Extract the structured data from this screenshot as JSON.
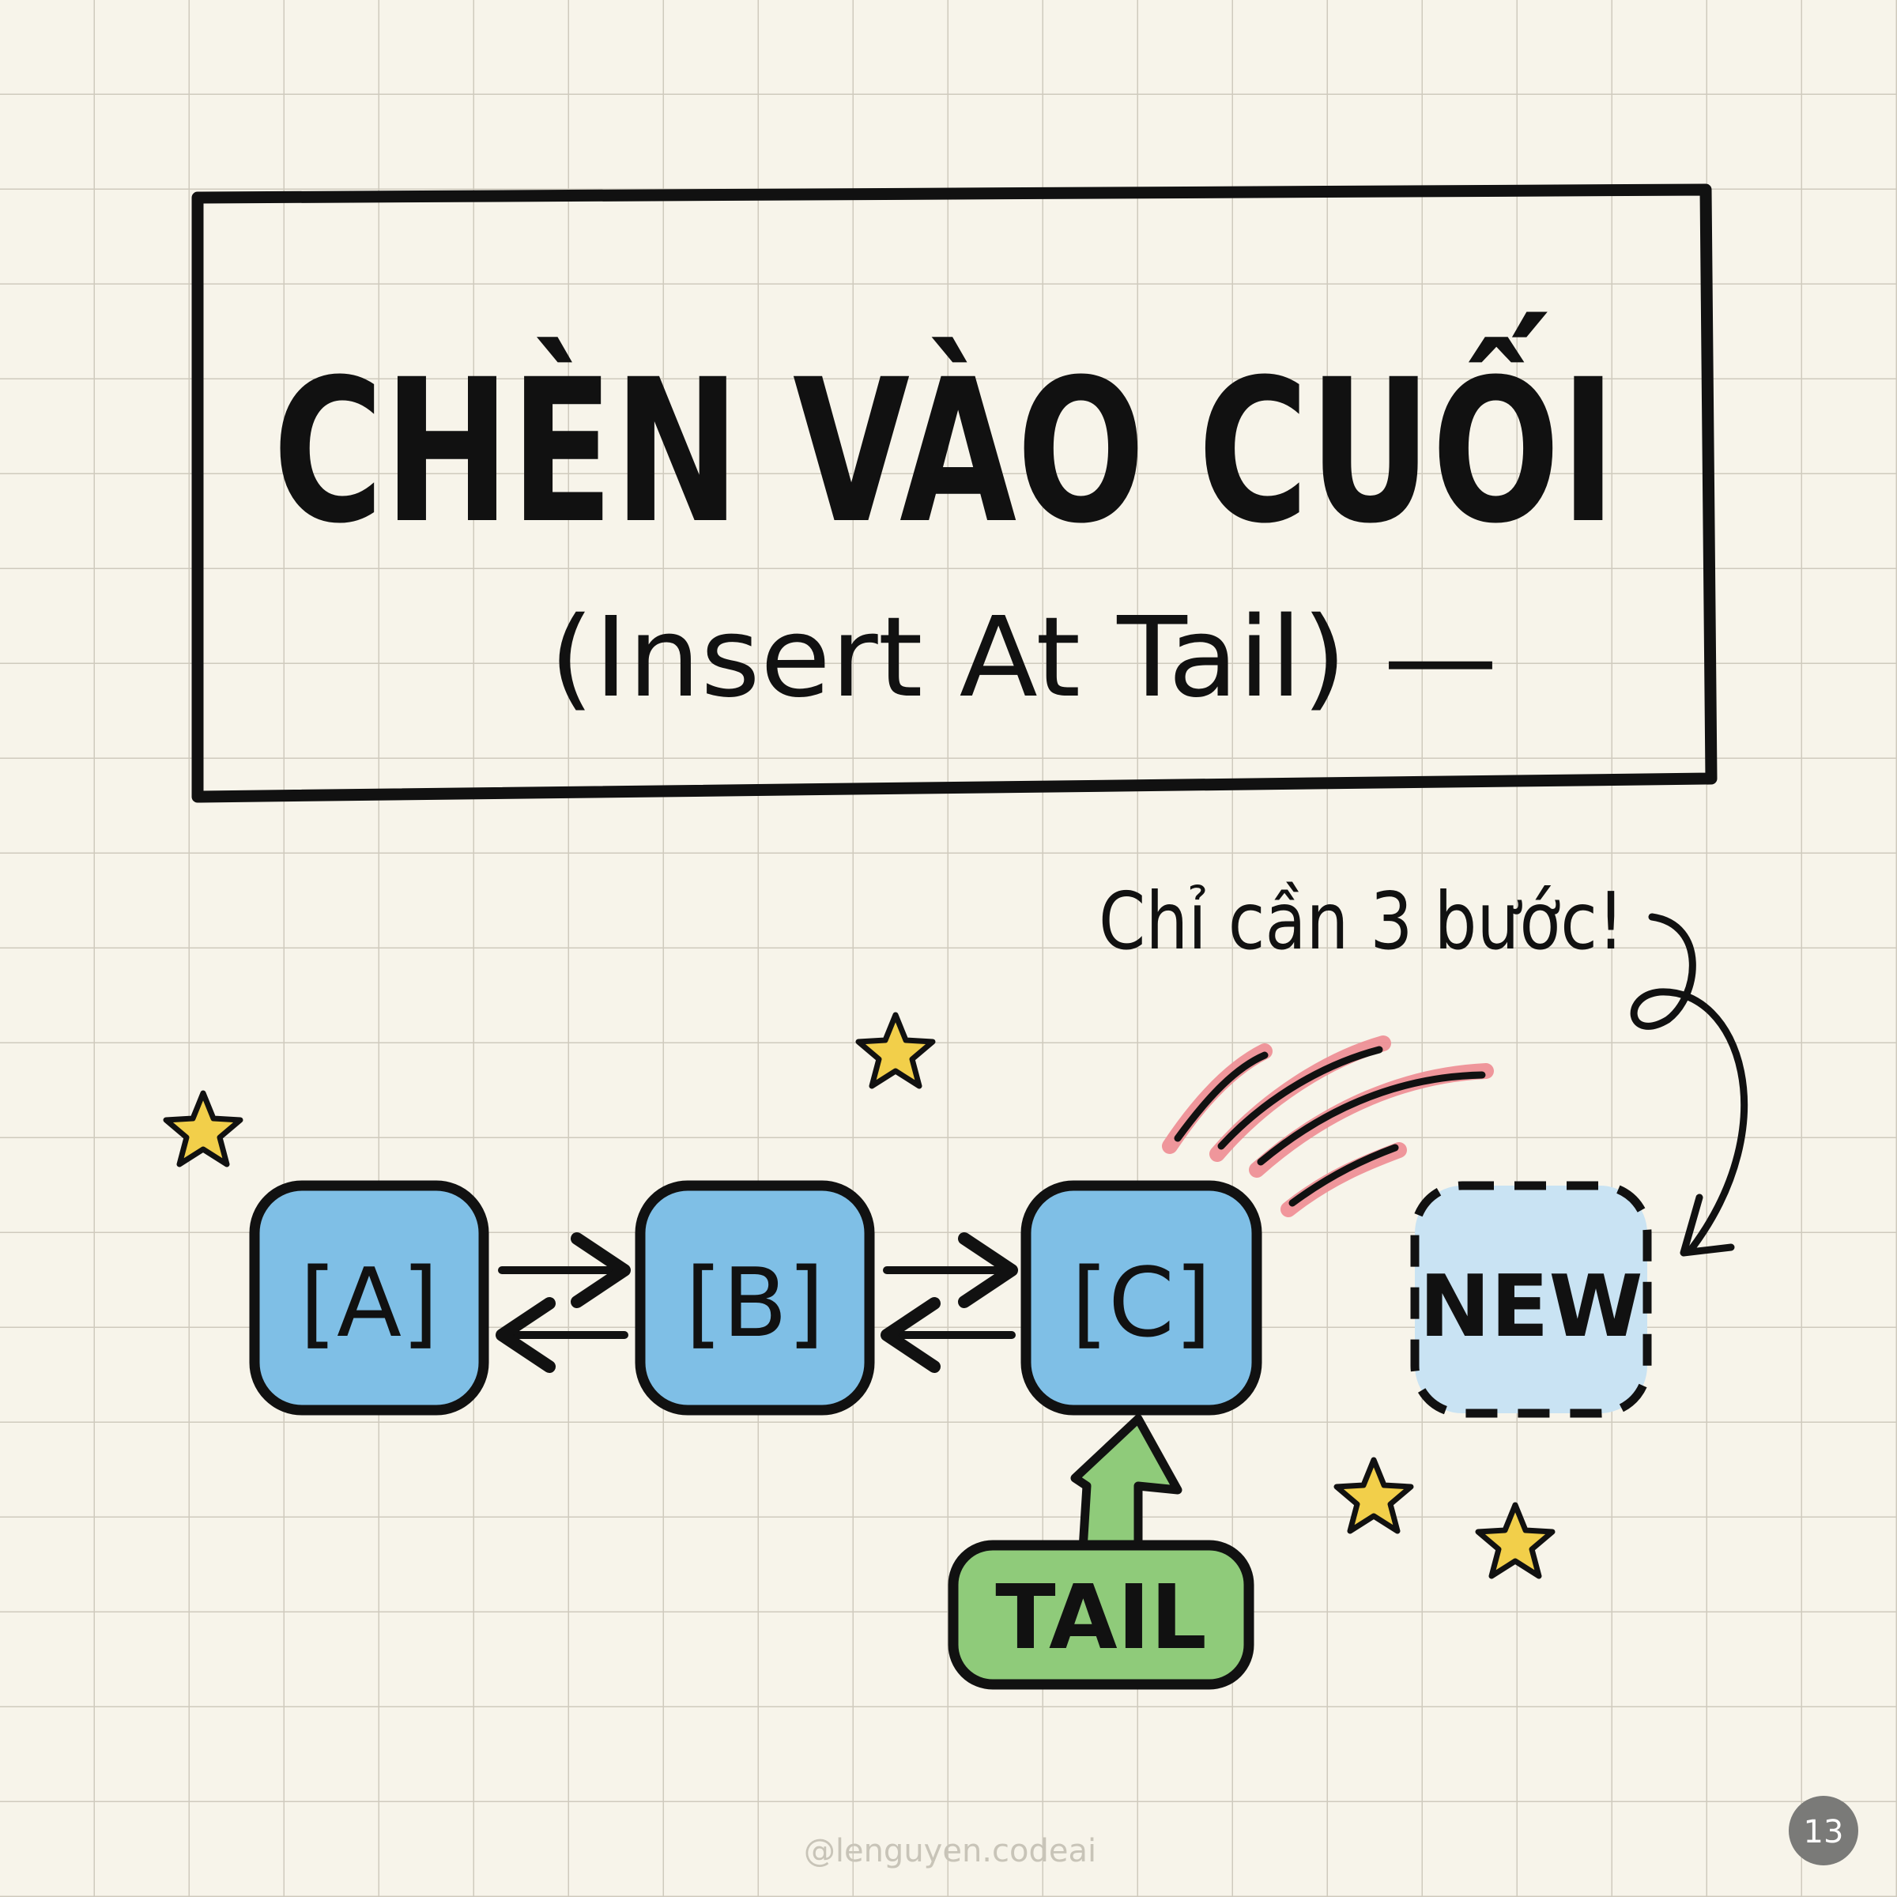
{
  "title": "CHÈN VÀO CUỐI",
  "subtitle": "(Insert At Tail) —",
  "note": "Chỉ cần 3 bước!",
  "nodes": [
    {
      "label": "[A]"
    },
    {
      "label": "[B]"
    },
    {
      "label": "[C]"
    }
  ],
  "new_node": {
    "label": "NEW"
  },
  "tail_pointer": {
    "label": "TAIL"
  },
  "watermark": "@lenguyen.codeai",
  "page_number": "13",
  "colors": {
    "background": "#f7f4ea",
    "grid": "#cfcabd",
    "node_fill": "#7fbfe6",
    "new_node_fill": "#c9e3f3",
    "tail_fill": "#8fcb7a",
    "star": "#f2cf4a",
    "speed_lines": "#ef8c93",
    "ink": "#111111"
  },
  "icons": [
    "star-icon",
    "speed-lines",
    "curved-arrow-icon",
    "double-arrow-icon",
    "up-arrow-icon"
  ]
}
